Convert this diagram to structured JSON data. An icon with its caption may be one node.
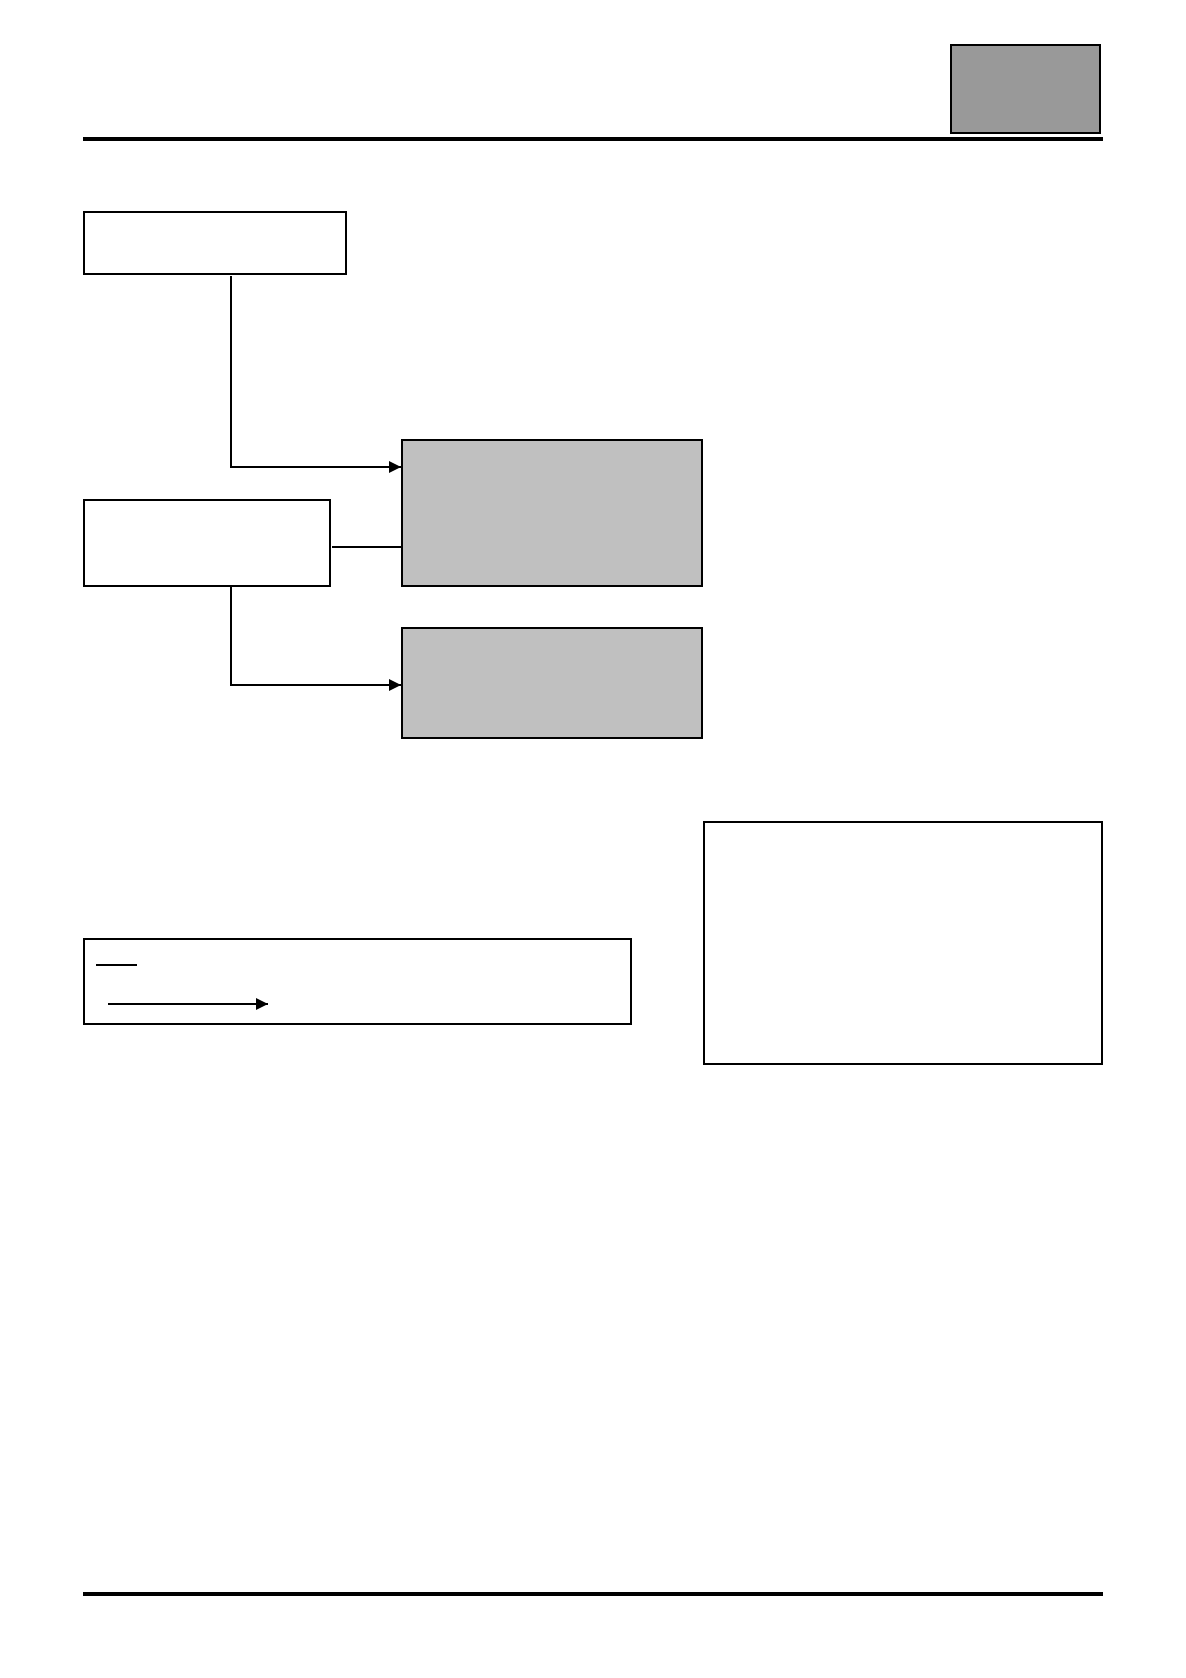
{
  "diagram": {
    "nodes": [
      {
        "text": [],
        "shape": "box"
      },
      {
        "text": [],
        "shape": "box"
      },
      {
        "text": [],
        "shape": "box"
      },
      {
        "text": [],
        "shape": "box"
      },
      {
        "text": [],
        "shape": "box"
      },
      {
        "text": [],
        "shape": "box"
      },
      {
        "text": [],
        "shape": "box"
      }
    ],
    "edges": [
      {
        "from": 0,
        "to": 2,
        "arrow": "to"
      },
      {
        "from": 1,
        "to": 2,
        "arrow": "none"
      },
      {
        "from": 1,
        "to": 3,
        "arrow": "to"
      }
    ]
  }
}
